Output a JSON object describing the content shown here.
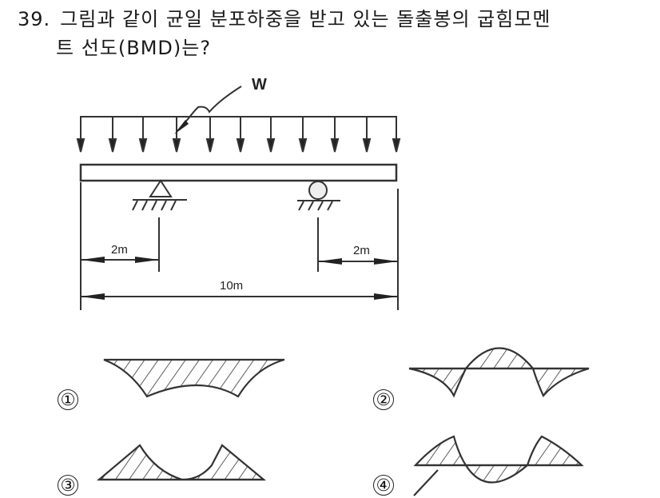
{
  "question": {
    "number": "39.",
    "line1": "그림과 같이 균일 분포하중을 받고 있는 돌출봉의 굽힘모멘",
    "line2": "트 선도(BMD)는?"
  },
  "figure": {
    "load_label": "W",
    "left_overhang": "2m",
    "right_overhang": "2m",
    "total_length": "10m",
    "left_support": "pin-support",
    "right_support": "roller-support"
  },
  "choices": [
    {
      "label": "①",
      "shape": "concave-sag-with-cusps"
    },
    {
      "label": "②",
      "shape": "negative-ends-positive-middle-arch"
    },
    {
      "label": "③",
      "shape": "two-peaks-with-dip"
    },
    {
      "label": "④",
      "shape": "wave-up-down-up"
    }
  ]
}
